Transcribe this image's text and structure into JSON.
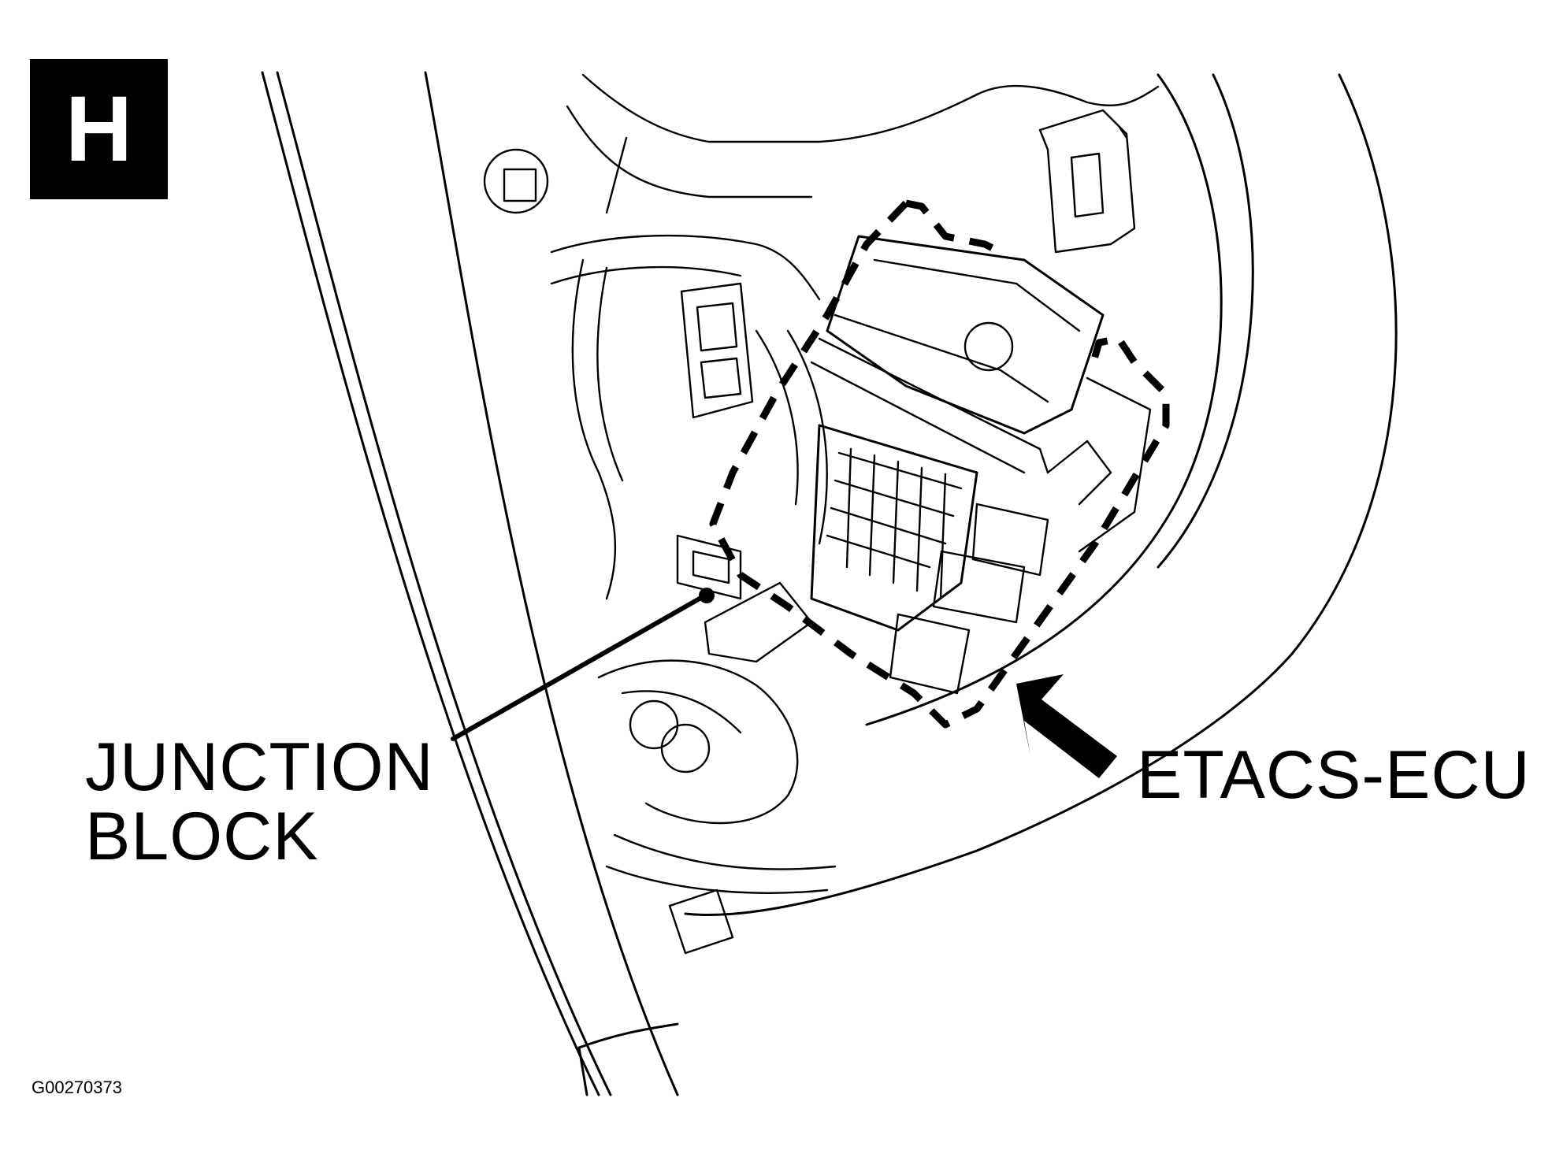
{
  "view_badge": "H",
  "labels": {
    "junction_block_line1": "JUNCTION",
    "junction_block_line2": "BLOCK",
    "etacs_ecu": "ETACS-ECU"
  },
  "figure_id": "G00270373",
  "colors": {
    "ink": "#000000",
    "background": "#ffffff",
    "badge_text": "#ffffff"
  },
  "icons": {
    "pointer": "arrow-pointer-icon"
  }
}
